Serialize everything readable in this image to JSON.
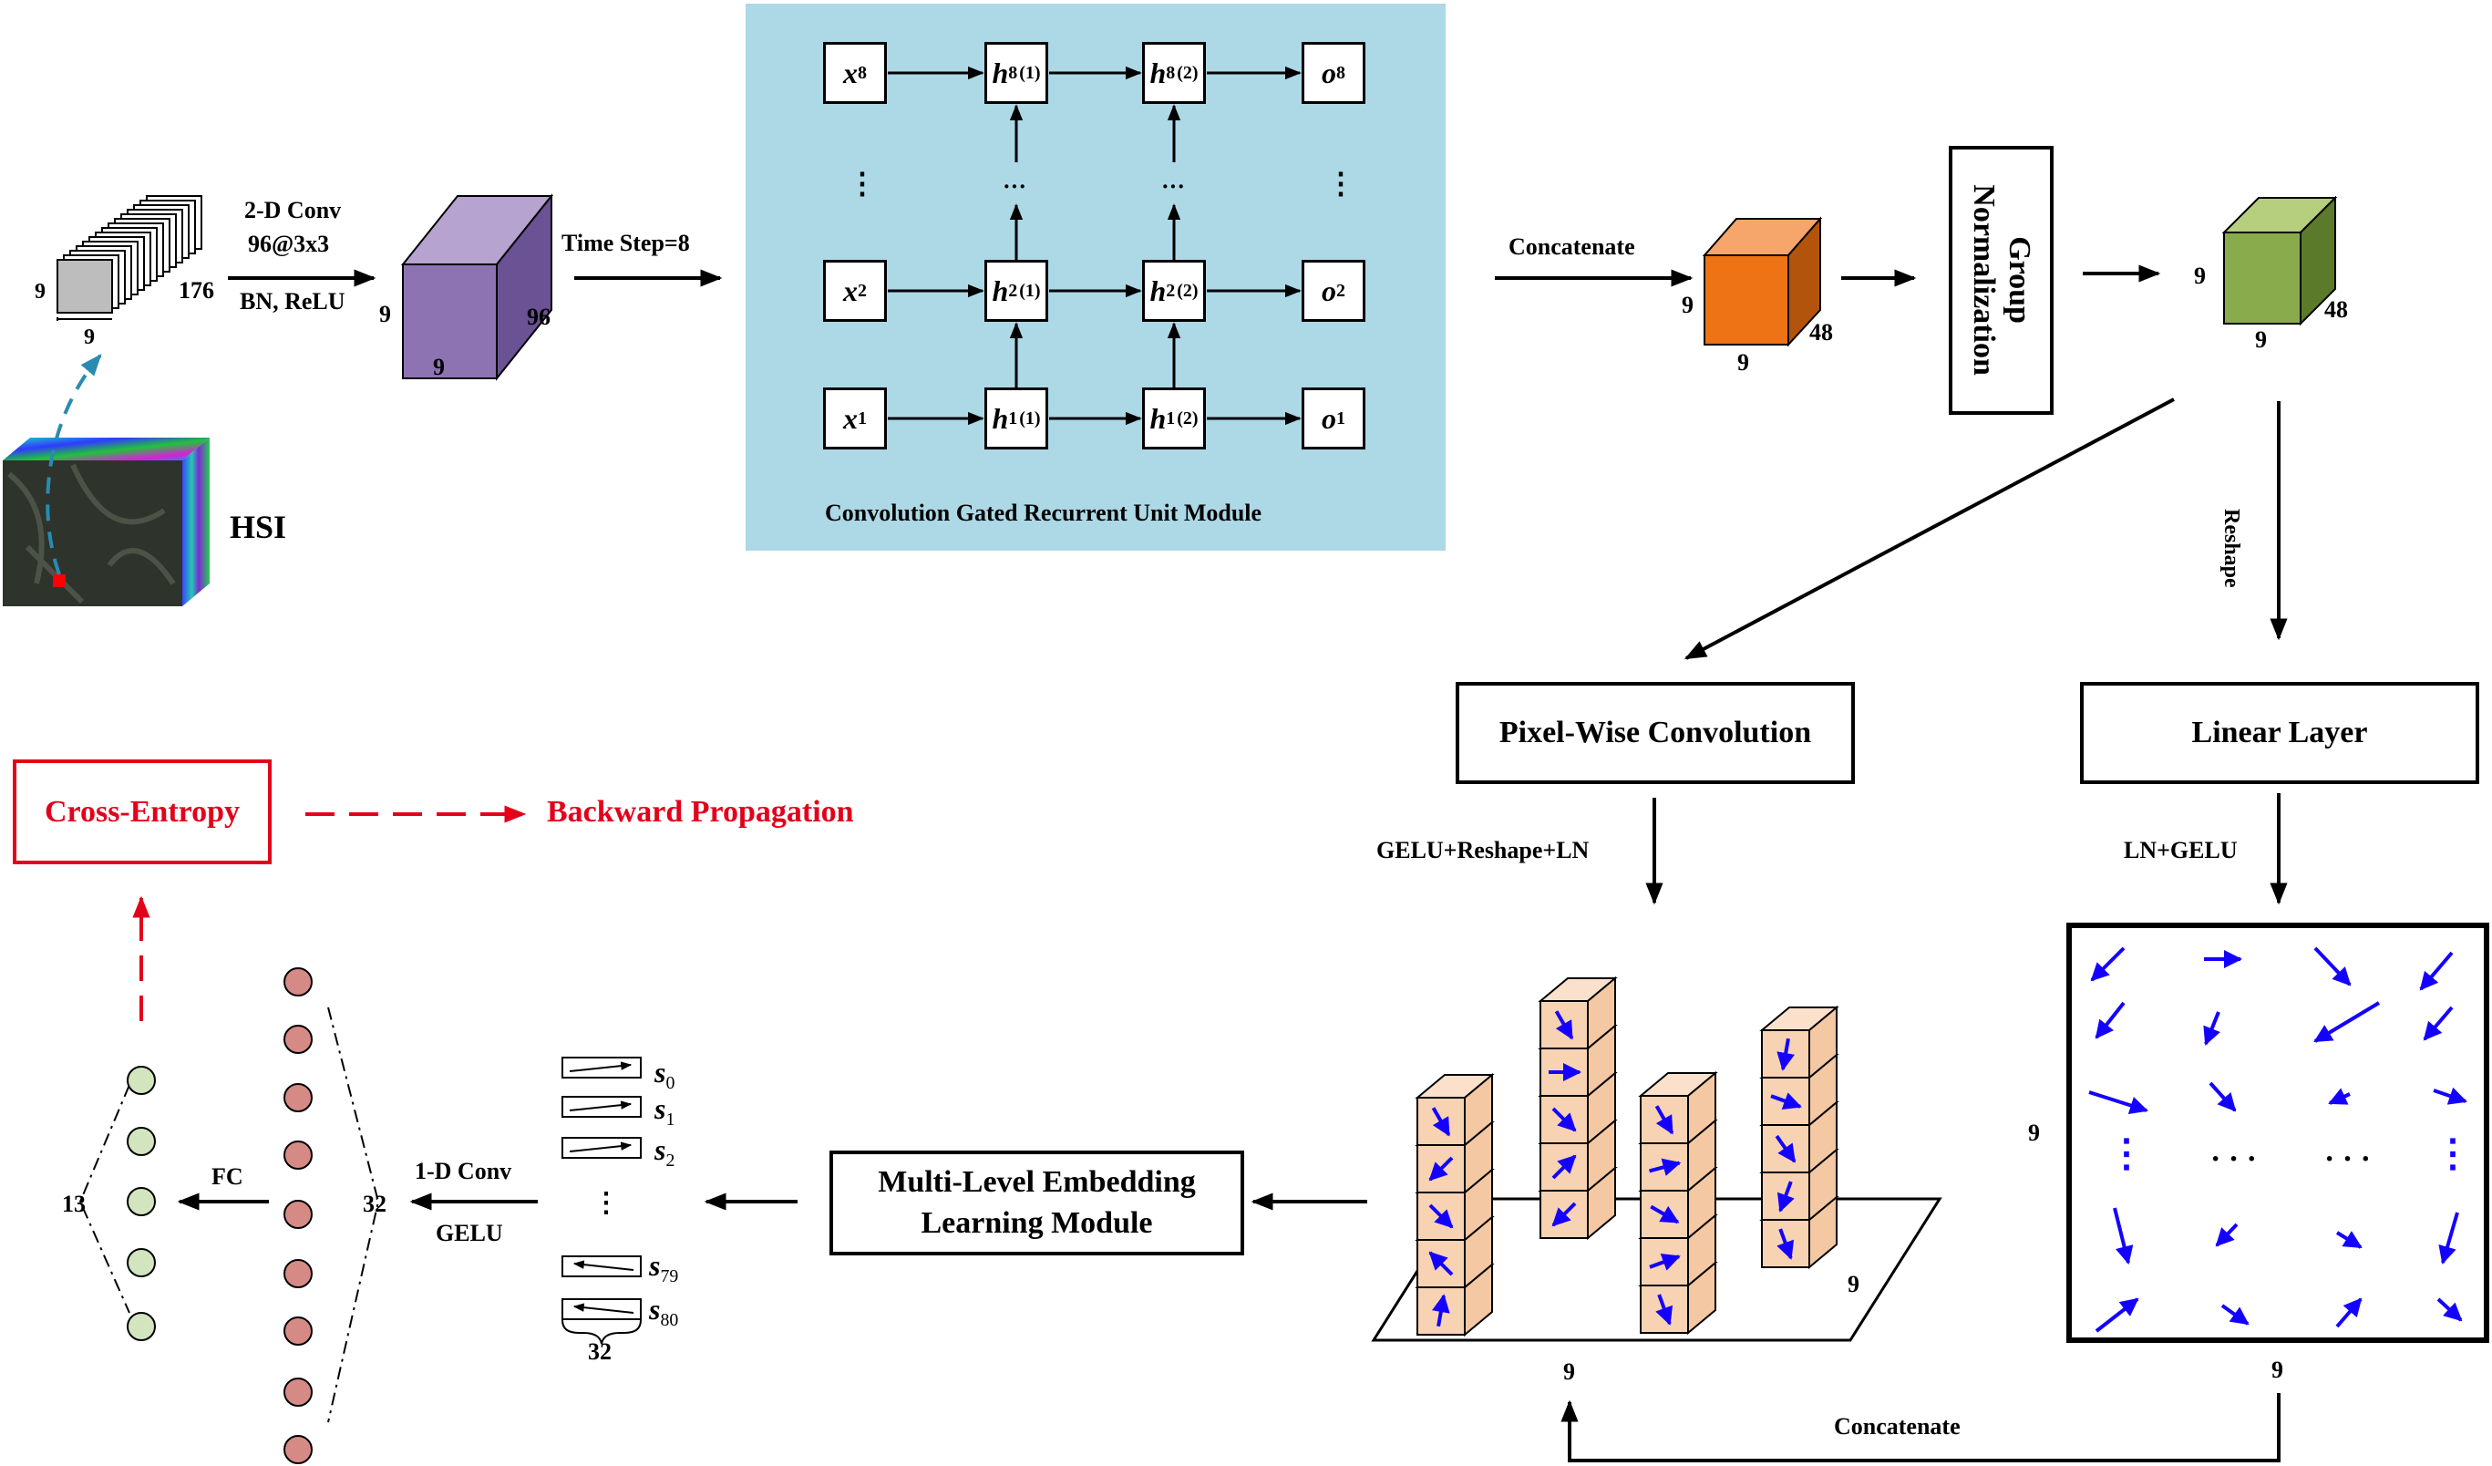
{
  "hsi": {
    "label": "HSI",
    "dim_side": "9",
    "dim_bottom": "9",
    "dim_depth": "176"
  },
  "conv2d": {
    "line1": "2-D Conv",
    "line2": "96@3x3",
    "line3": "BN, ReLU"
  },
  "feature_cube": {
    "dim_side": "9",
    "dim_bottom": "9",
    "dim_depth": "96"
  },
  "time_step_label": "Time Step=8",
  "cgru": {
    "title": "Convolution Gated Recurrent Unit Module",
    "x_nodes": [
      {
        "base": "x",
        "sub": "8"
      },
      {
        "base": "x",
        "sub": "2"
      },
      {
        "base": "x",
        "sub": "1"
      }
    ],
    "h1_nodes": [
      {
        "base": "h",
        "sub": "8",
        "sup": "(1)"
      },
      {
        "base": "h",
        "sub": "2",
        "sup": "(1)"
      },
      {
        "base": "h",
        "sub": "1",
        "sup": "(1)"
      }
    ],
    "h2_nodes": [
      {
        "base": "h",
        "sub": "8",
        "sup": "(2)"
      },
      {
        "base": "h",
        "sub": "2",
        "sup": "(2)"
      },
      {
        "base": "h",
        "sub": "1",
        "sup": "(2)"
      }
    ],
    "o_nodes": [
      {
        "base": "o",
        "sub": "8"
      },
      {
        "base": "o",
        "sub": "2"
      },
      {
        "base": "o",
        "sub": "1"
      }
    ],
    "vdots": "⋮",
    "hdots": "···"
  },
  "concat_top": {
    "label": "Concatenate",
    "dim_side": "9",
    "dim_bottom": "9",
    "dim_depth": "48"
  },
  "group_norm": {
    "line1": "Group",
    "line2": "Normalization"
  },
  "gn_cube": {
    "dim_side": "9",
    "dim_bottom": "9",
    "dim_depth": "48"
  },
  "reshape_label": "Reshape",
  "pixel_wise": {
    "label": "Pixel-Wise Convolution",
    "after": "GELU+Reshape+LN"
  },
  "linear": {
    "label": "Linear Layer",
    "after": "LN+GELU"
  },
  "grid": {
    "dim_side": "9",
    "dim_bottom": "9",
    "dots_h": "· · ·",
    "dots_v": "⋮"
  },
  "cube_plane": {
    "dim_side": "9",
    "dim_bottom": "9"
  },
  "concat_bottom": "Concatenate",
  "mlel": {
    "line1": "Multi-Level Embedding",
    "line2": "Learning Module"
  },
  "tokens": {
    "items": [
      {
        "base": "s",
        "sub": "0"
      },
      {
        "base": "s",
        "sub": "1"
      },
      {
        "base": "s",
        "sub": "2"
      },
      {
        "base": "s",
        "sub": "79"
      },
      {
        "base": "s",
        "sub": "80"
      }
    ],
    "vdots": "⋮",
    "width_label": "32"
  },
  "conv1d": {
    "line1": "1-D Conv",
    "line2": "GELU"
  },
  "hidden_layer": {
    "size": "32"
  },
  "fc_label": "FC",
  "output_layer": {
    "size": "13"
  },
  "loss": {
    "label": "Cross-Entropy",
    "backward": "Backward Propagation",
    "color": "#e3001b"
  },
  "colors": {
    "cgru_bg": "#add8e6",
    "cube_purple": "#8e73b3",
    "cube_orange": "#ee7314",
    "cube_green": "#8aab4c",
    "neuron_pink": "#d68a86",
    "neuron_green": "#d3e5be",
    "arrow_blue": "#1400ff"
  }
}
